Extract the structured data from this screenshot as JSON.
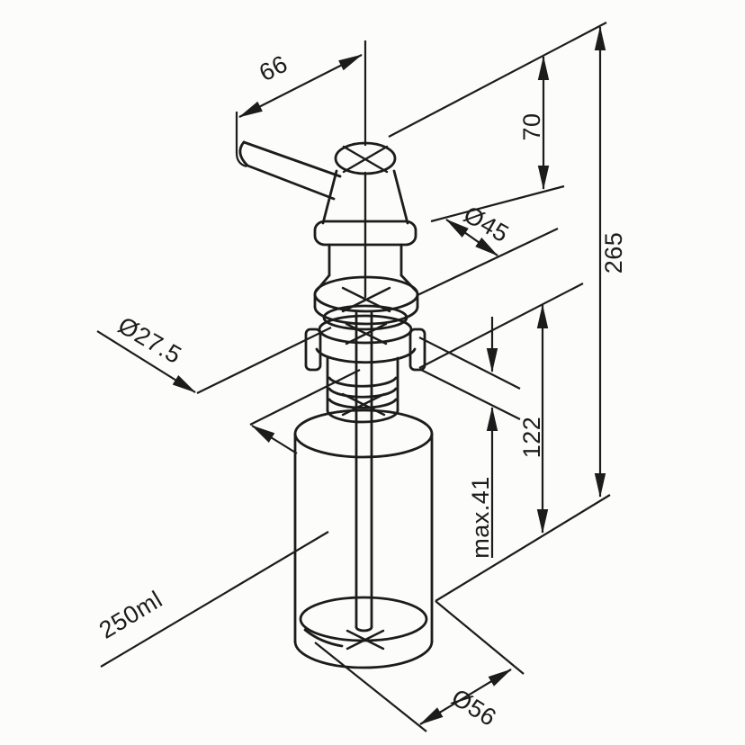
{
  "diagram": {
    "kind": "Technical dimension drawing",
    "subject": "Built-in soap dispenser with pump head, mounting shank and bottle",
    "background": "#fcfcfa",
    "line_color": "#1c1c1c",
    "labels": {
      "spout_reach": "66",
      "pump_height": "70",
      "flange_diameter": "Ø45",
      "overall_height": "265",
      "shank_diameter": "Ø27.5",
      "max_deck_thickness": "max.41",
      "bottle_height": "122",
      "bottle_capacity": "250ml",
      "bottle_diameter": "Ø56"
    }
  }
}
